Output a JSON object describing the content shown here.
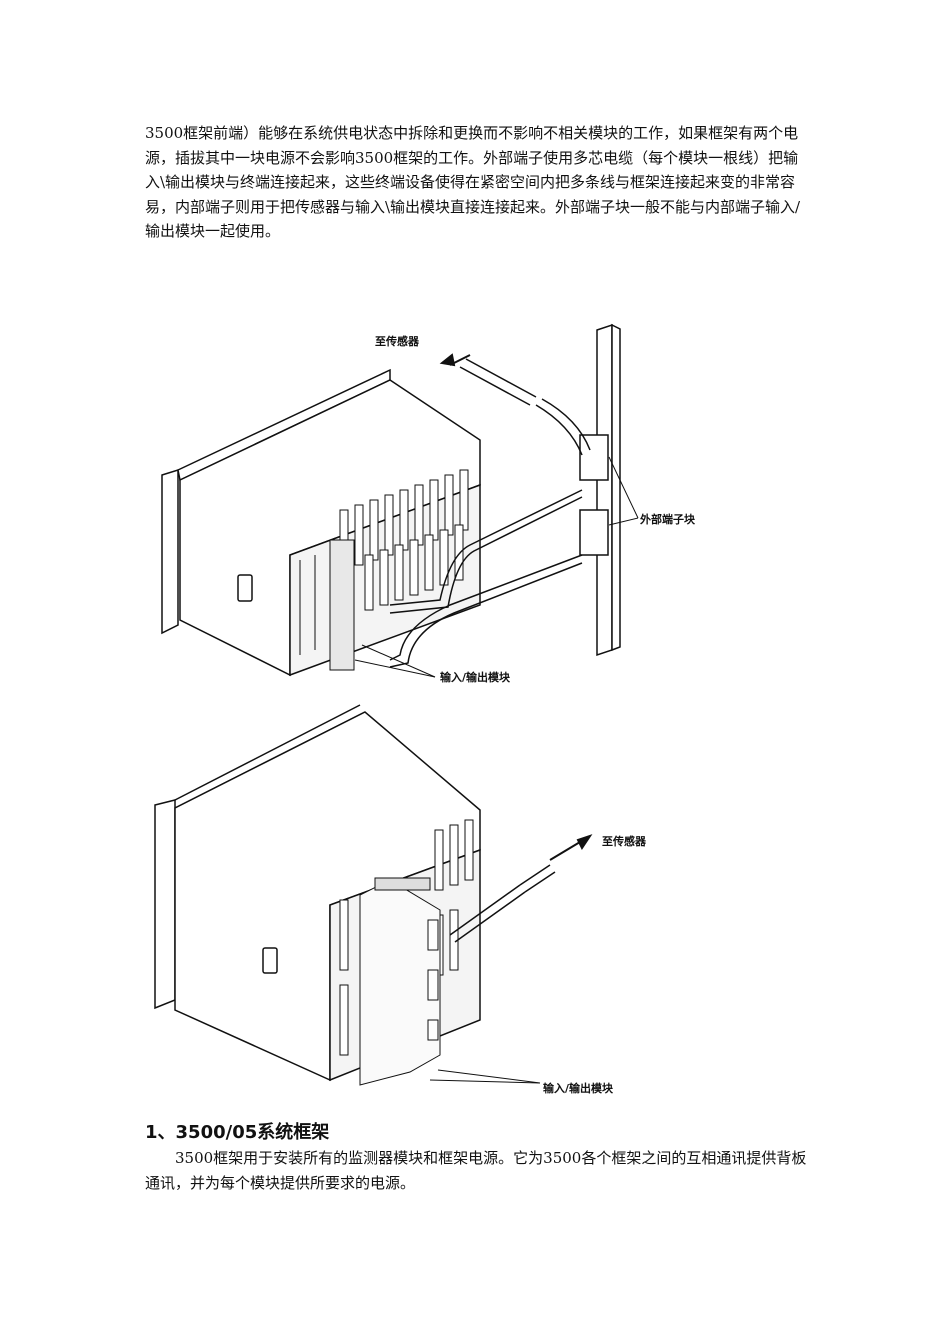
{
  "intro_paragraph": "3500框架前端）能够在系统供电状态中拆除和更换而不影响不相关模块的工作，如果框架有两个电源，插拔其中一块电源不会影响3500框架的工作。外部端子使用多芯电缆（每个模块一根线）把输入\\输出模块与终端连接起来，这些终端设备使得在紧密空间内把多条线与框架连接起来变的非常容易，内部端子则用于把传感器与输入\\输出模块直接连接起来。外部端子块一般不能与内部端子输入/输出模块一起使用。",
  "figure_top": {
    "label_sensor": "至传感器",
    "label_terminal": "外部端子块",
    "label_io": "输入/输出模块"
  },
  "figure_bottom": {
    "label_sensor": "至传感器",
    "label_io": "输入/输出模块"
  },
  "section_heading": "1、3500/05系统框架",
  "section_paragraph": "　　3500框架用于安装所有的监测器模块和框架电源。它为3500各个框架之间的互相通讯提供背板通讯，并为每个模块提供所要求的电源。"
}
